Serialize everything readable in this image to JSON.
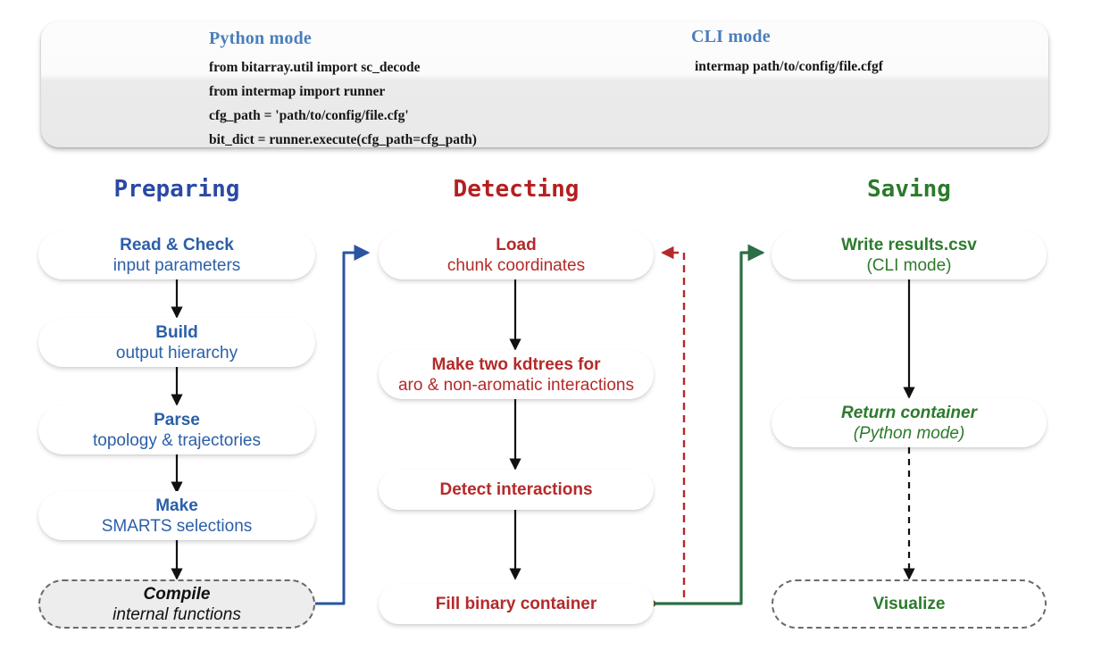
{
  "usage_panel": {
    "python": {
      "title": "Python mode",
      "lines": [
        "from bitarray.util import sc_decode",
        "from intermap import runner",
        "cfg_path = 'path/to/config/file.cfg'",
        "bit_dict = runner.execute(cfg_path=cfg_path)"
      ]
    },
    "cli": {
      "title": "CLI mode",
      "lines": [
        "intermap path/to/config/file.cfgf"
      ]
    }
  },
  "stages": [
    {
      "name": "preparing",
      "label": "Preparing",
      "color": "#2b49a5"
    },
    {
      "name": "detecting",
      "label": "Detecting",
      "color": "#b42020"
    },
    {
      "name": "saving",
      "label": "Saving",
      "color": "#2c7a2c"
    }
  ],
  "nodes": {
    "read_check": {
      "line1": "Read & Check",
      "line2": "input parameters"
    },
    "build": {
      "line1": "Build",
      "line2": "output hierarchy"
    },
    "parse": {
      "line1": "Parse",
      "line2": "topology & trajectories"
    },
    "make": {
      "line1": "Make",
      "line2": "SMARTS selections"
    },
    "compile": {
      "line1": "Compile",
      "line2": "internal functions"
    },
    "load": {
      "line1": "Load",
      "line2": "chunk coordinates"
    },
    "kdtrees": {
      "line1": "Make two kdtrees for",
      "line2": "aro & non-aromatic interactions"
    },
    "detect": {
      "line1": "Detect interactions",
      "line2": ""
    },
    "fill_container": {
      "line1": "Fill binary container",
      "line2": ""
    },
    "write_csv": {
      "line1": "Write results.csv",
      "line2": "(CLI mode)"
    },
    "return_container": {
      "line1": "Return container",
      "line2": "(Python mode)"
    },
    "visualize": {
      "line1": "Visualize",
      "line2": ""
    }
  },
  "connector_colors": {
    "step_arrow": "#111111",
    "compile_to_load": "#2a55a0",
    "loop_back": "#b42a2a",
    "fill_to_write": "#2c6e45",
    "dashed_black": "#111111"
  }
}
